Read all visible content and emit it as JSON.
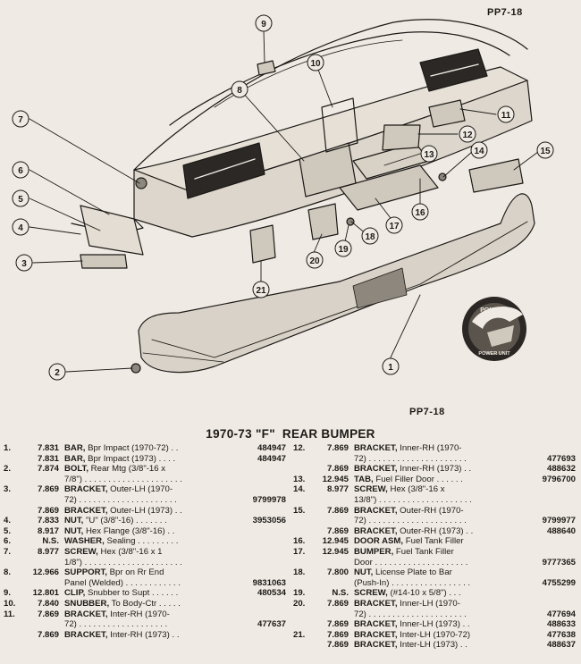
{
  "page_code": "PP7-18",
  "title_main": "1970-73 \"F\"",
  "title_rest": "REAR BUMPER",
  "diagram": {
    "callouts": [
      "1",
      "2",
      "3",
      "4",
      "5",
      "6",
      "7",
      "8",
      "9",
      "10",
      "11",
      "12",
      "13",
      "14",
      "15",
      "16",
      "17",
      "18",
      "19",
      "20",
      "21"
    ],
    "logo_text_top": "PONTIAC",
    "logo_text_bottom": "POWER UNIT"
  },
  "parts_left": [
    {
      "num": "1.",
      "group": "7.831",
      "name": "BAR,",
      "desc": " Bpr Impact (1970-72) . .",
      "part": "484947"
    },
    {
      "num": "",
      "group": "7.831",
      "name": "BAR,",
      "desc": " Bpr Impact (1973) . . . .",
      "part": "484947"
    },
    {
      "num": "2.",
      "group": "7.874",
      "name": "BOLT,",
      "desc": " Rear Mtg (3/8\"-16 x",
      "part": ""
    },
    {
      "num": "",
      "group": "",
      "name": "",
      "desc": "7/8\") . . . . . . . . . . . . . . . . . . . . .",
      "part": ""
    },
    {
      "num": "3.",
      "group": "7.869",
      "name": "BRACKET,",
      "desc": " Outer-LH (1970-",
      "part": ""
    },
    {
      "num": "",
      "group": "",
      "name": "",
      "desc": "72) . . . . . . . . . . . . . . . . . . . . .",
      "part": "9799978"
    },
    {
      "num": "",
      "group": "7.869",
      "name": "BRACKET,",
      "desc": " Outer-LH (1973) . .",
      "part": ""
    },
    {
      "num": "4.",
      "group": "7.833",
      "name": "NUT,",
      "desc": " \"U\" (3/8\"-16) . . . . . . .",
      "part": "3953056"
    },
    {
      "num": "5.",
      "group": "8.917",
      "name": "NUT,",
      "desc": " Hex Flange (3/8\"-16) . .",
      "part": ""
    },
    {
      "num": "6.",
      "group": "N.S.",
      "name": "WASHER,",
      "desc": " Sealing . . . . . . . . .",
      "part": ""
    },
    {
      "num": "7.",
      "group": "8.977",
      "name": "SCREW,",
      "desc": " Hex (3/8\"-16 x 1",
      "part": ""
    },
    {
      "num": "",
      "group": "",
      "name": "",
      "desc": "1/8\") . . . . . . . . . . . . . . . . . . . . .",
      "part": ""
    },
    {
      "num": "8.",
      "group": "12.966",
      "name": "SUPPORT,",
      "desc": " Bpr on Rr End",
      "part": ""
    },
    {
      "num": "",
      "group": "",
      "name": "",
      "desc": "Panel (Welded) . . . . . . . . . . . .",
      "part": "9831063"
    },
    {
      "num": "9.",
      "group": "12.801",
      "name": "CLIP,",
      "desc": " Snubber to Supt . . . . . .",
      "part": "480534"
    },
    {
      "num": "10.",
      "group": "7.840",
      "name": "SNUBBER,",
      "desc": " To Body-Ctr . . . . .",
      "part": ""
    },
    {
      "num": "11.",
      "group": "7.869",
      "name": "BRACKET,",
      "desc": " Inter-RH (1970-",
      "part": ""
    },
    {
      "num": "",
      "group": "",
      "name": "",
      "desc": "72) . . . . . . . . . . . . . . . . . . .",
      "part": "477637"
    },
    {
      "num": "",
      "group": "7.869",
      "name": "BRACKET,",
      "desc": " Inter-RH (1973) . .",
      "part": ""
    }
  ],
  "parts_right": [
    {
      "num": "12.",
      "group": "7.869",
      "name": "BRACKET,",
      "desc": " Inner-RH (1970-",
      "part": ""
    },
    {
      "num": "",
      "group": "",
      "name": "",
      "desc": "72) . . . . . . . . . . . . . . . . . . . . .",
      "part": "477693"
    },
    {
      "num": "",
      "group": "7.869",
      "name": "BRACKET,",
      "desc": " Inner-RH (1973) . .",
      "part": "488632"
    },
    {
      "num": "13.",
      "group": "12.945",
      "name": "TAB,",
      "desc": " Fuel Filler Door . . . . . .",
      "part": "9796700"
    },
    {
      "num": "14.",
      "group": "8.977",
      "name": "SCREW,",
      "desc": " Hex (3/8\"-16 x",
      "part": ""
    },
    {
      "num": "",
      "group": "",
      "name": "",
      "desc": "13/8\") . . . . . . . . . . . . . . . . . . . .",
      "part": ""
    },
    {
      "num": "15.",
      "group": "7.869",
      "name": "BRACKET,",
      "desc": " Outer-RH (1970-",
      "part": ""
    },
    {
      "num": "",
      "group": "",
      "name": "",
      "desc": "72) . . . . . . . . . . . . . . . . . . . . .",
      "part": "9799977"
    },
    {
      "num": "",
      "group": "7.869",
      "name": "BRACKET,",
      "desc": " Outer-RH (1973) . .",
      "part": "488640"
    },
    {
      "num": "16.",
      "group": "12.945",
      "name": "DOOR ASM,",
      "desc": " Fuel Tank Filler",
      "part": ""
    },
    {
      "num": "17.",
      "group": "12.945",
      "name": "BUMPER,",
      "desc": " Fuel Tank Filler",
      "part": ""
    },
    {
      "num": "",
      "group": "",
      "name": "",
      "desc": "Door . . . . . . . . . . . . . . . . . . . .",
      "part": "9777365"
    },
    {
      "num": "18.",
      "group": "7.800",
      "name": "NUT,",
      "desc": " License Plate to Bar",
      "part": ""
    },
    {
      "num": "",
      "group": "",
      "name": "",
      "desc": "(Push-In) . . . . . . . . . . . . . . . . .",
      "part": "4755299"
    },
    {
      "num": "19.",
      "group": "N.S.",
      "name": "SCREW,",
      "desc": " (#14-10 x 5/8\") . . .",
      "part": ""
    },
    {
      "num": "20.",
      "group": "7.869",
      "name": "BRACKET,",
      "desc": " Inner-LH (1970-",
      "part": ""
    },
    {
      "num": "",
      "group": "",
      "name": "",
      "desc": "72) . . . . . . . . . . . . . . . . . . . . .",
      "part": "477694"
    },
    {
      "num": "",
      "group": "7.869",
      "name": "BRACKET,",
      "desc": " Inner-LH (1973) . .",
      "part": "488633"
    },
    {
      "num": "21.",
      "group": "7.869",
      "name": "BRACKET,",
      "desc": " Inter-LH (1970-72)",
      "part": "477638"
    },
    {
      "num": "",
      "group": "7.869",
      "name": "BRACKET,",
      "desc": " Inter-LH (1973) . .",
      "part": "488637"
    }
  ]
}
